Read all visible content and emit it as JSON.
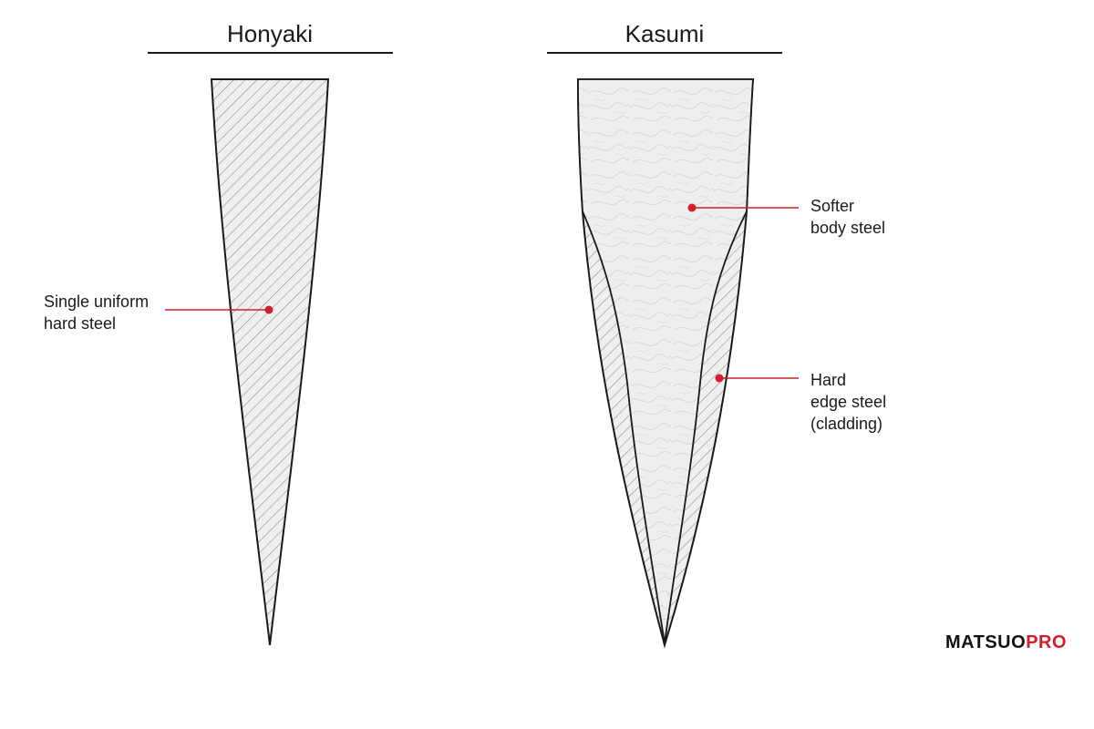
{
  "columns": [
    {
      "title": "Honyaki"
    },
    {
      "title": "Kasumi"
    }
  ],
  "labels": {
    "honyaki": [
      "Single uniform",
      "hard steel"
    ],
    "kasumi_body": [
      "Softer",
      "body steel"
    ],
    "kasumi_edge": [
      "Hard",
      "edge steel",
      "(cladding)"
    ]
  },
  "brand": {
    "part1": "MATSUO",
    "part2": "PRO"
  },
  "colors": {
    "accent": "#d0202a",
    "outline": "#1a1a1a",
    "fill": "#efefef",
    "hatch": "#6b6b6b"
  }
}
